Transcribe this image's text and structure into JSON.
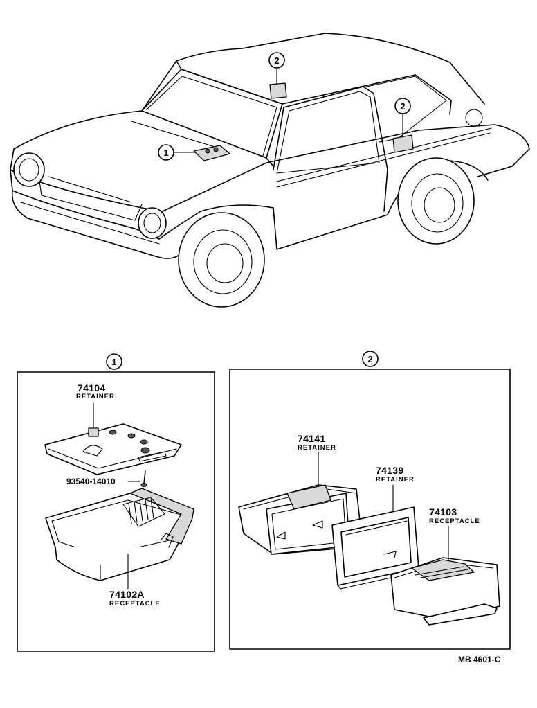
{
  "callouts": {
    "c1": "1",
    "c2": "2"
  },
  "panel1": {
    "header": "1",
    "retainer": {
      "number": "74104",
      "name": "RETAINER"
    },
    "screw": {
      "number": "93540-14010"
    },
    "receptacle": {
      "number": "74102A",
      "name": "RECEPTACLE"
    }
  },
  "panel2": {
    "header": "2",
    "retainer_a": {
      "number": "74141",
      "name": "RETAINER"
    },
    "retainer_b": {
      "number": "74139",
      "name": "RETAINER"
    },
    "receptacle": {
      "number": "74103",
      "name": "RECEPTACLE"
    }
  },
  "reference_code": "MB 4601-C",
  "icons": [
    "car-illustration",
    "ashtray-retainer-drawing",
    "ashtray-receptacle-drawing",
    "screw-icon"
  ]
}
